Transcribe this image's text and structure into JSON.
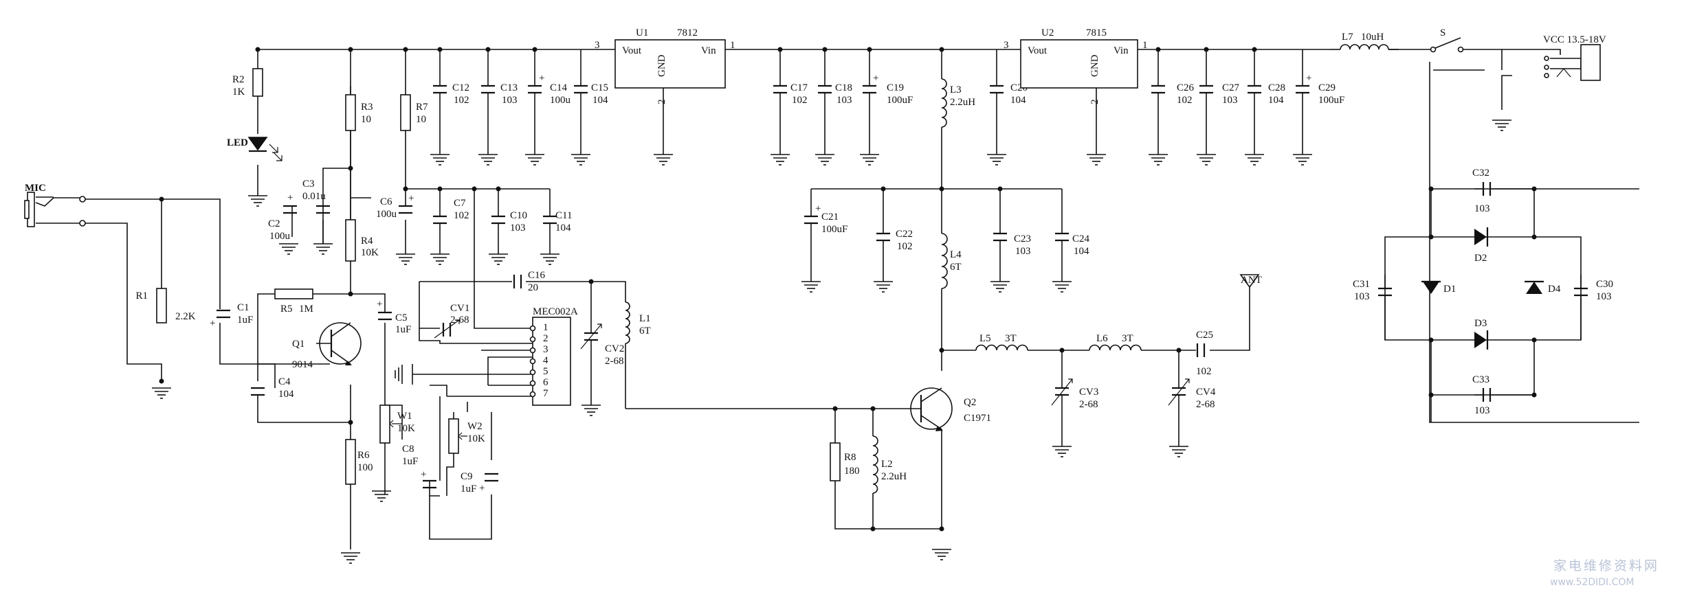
{
  "labels": {
    "mic": "MIC",
    "r1": "R1",
    "r1v": "2.2K",
    "r2": "R2",
    "r2v": "1K",
    "led": "LED",
    "r3": "R3",
    "r3v": "10",
    "r4": "R4",
    "r4v": "10K",
    "r5": "R5",
    "r5v": "1M",
    "r6": "R6",
    "r6v": "100",
    "r7": "R7",
    "r7v": "10",
    "r8": "R8",
    "r8v": "180",
    "c1": "C1",
    "c1v": "1uF",
    "c2": "C2",
    "c2v": "100u",
    "c3": "C3",
    "c3v": "0.01u",
    "c4": "C4",
    "c4v": "104",
    "c5": "C5",
    "c5v": "1uF",
    "c6": "C6",
    "c6v": "100u",
    "c7": "C7",
    "c7v": "102",
    "c8": "C8",
    "c8v": "1uF",
    "c9": "C9",
    "c9v": "1uF",
    "c10": "C10",
    "c10v": "103",
    "c11": "C11",
    "c11v": "104",
    "c12": "C12",
    "c12v": "102",
    "c13": "C13",
    "c13v": "103",
    "c14": "C14",
    "c14v": "100u",
    "c15": "C15",
    "c15v": "104",
    "c16": "C16",
    "c16v": "20",
    "c17": "C17",
    "c17v": "102",
    "c18": "C18",
    "c18v": "103",
    "c19": "C19",
    "c19v": "100uF",
    "c20": "C20",
    "c20v": "104",
    "c21": "C21",
    "c21v": "100uF",
    "c22": "C22",
    "c22v": "102",
    "c23": "C23",
    "c23v": "103",
    "c24": "C24",
    "c24v": "104",
    "c25": "C25",
    "c25v": "102",
    "c26": "C26",
    "c26v": "102",
    "c27": "C27",
    "c27v": "103",
    "c28": "C28",
    "c28v": "104",
    "c29": "C29",
    "c29v": "100uF",
    "c30": "C30",
    "c30v": "103",
    "c31": "C31",
    "c31v": "103",
    "c32": "C32",
    "c32v": "103",
    "c33": "C33",
    "c33v": "103",
    "cv1": "CV1",
    "cv1v": "2-68",
    "cv2": "CV2",
    "cv2v": "2-68",
    "cv3": "CV3",
    "cv3v": "2-68",
    "cv4": "CV4",
    "cv4v": "2-68",
    "q1": "Q1",
    "q1v": "9014",
    "q2": "Q2",
    "q2v": "C1971",
    "w1": "W1",
    "w1v": "10K",
    "w2": "W2",
    "w2v": "10K",
    "l1": "L1",
    "l1v": "6T",
    "l2": "L2",
    "l2v": "2.2uH",
    "l3": "L3",
    "l3v": "2.2uH",
    "l4": "L4",
    "l4v": "6T",
    "l5": "L5",
    "l5v": "3T",
    "l6": "L6",
    "l6v": "3T",
    "l7": "L7",
    "l7v": "10uH",
    "ic": "MEC002A",
    "icpins": [
      "1",
      "2",
      "3",
      "4",
      "5",
      "6",
      "7"
    ],
    "u1": "U1",
    "u1v": "7812",
    "u2": "U2",
    "u2v": "7815",
    "vout": "Vout",
    "vin": "Vin",
    "gnd": "GND",
    "pin1": "1",
    "pin2": "2",
    "pin3": "3",
    "ant": "ANT",
    "sw": "S",
    "vcc": "VCC 13.5-18V",
    "d1": "D1",
    "d2": "D2",
    "d3": "D3",
    "d4": "D4",
    "plus": "+"
  },
  "watermark": {
    "text": "家电维修资料网",
    "url": "www.52DIDI.COM"
  }
}
